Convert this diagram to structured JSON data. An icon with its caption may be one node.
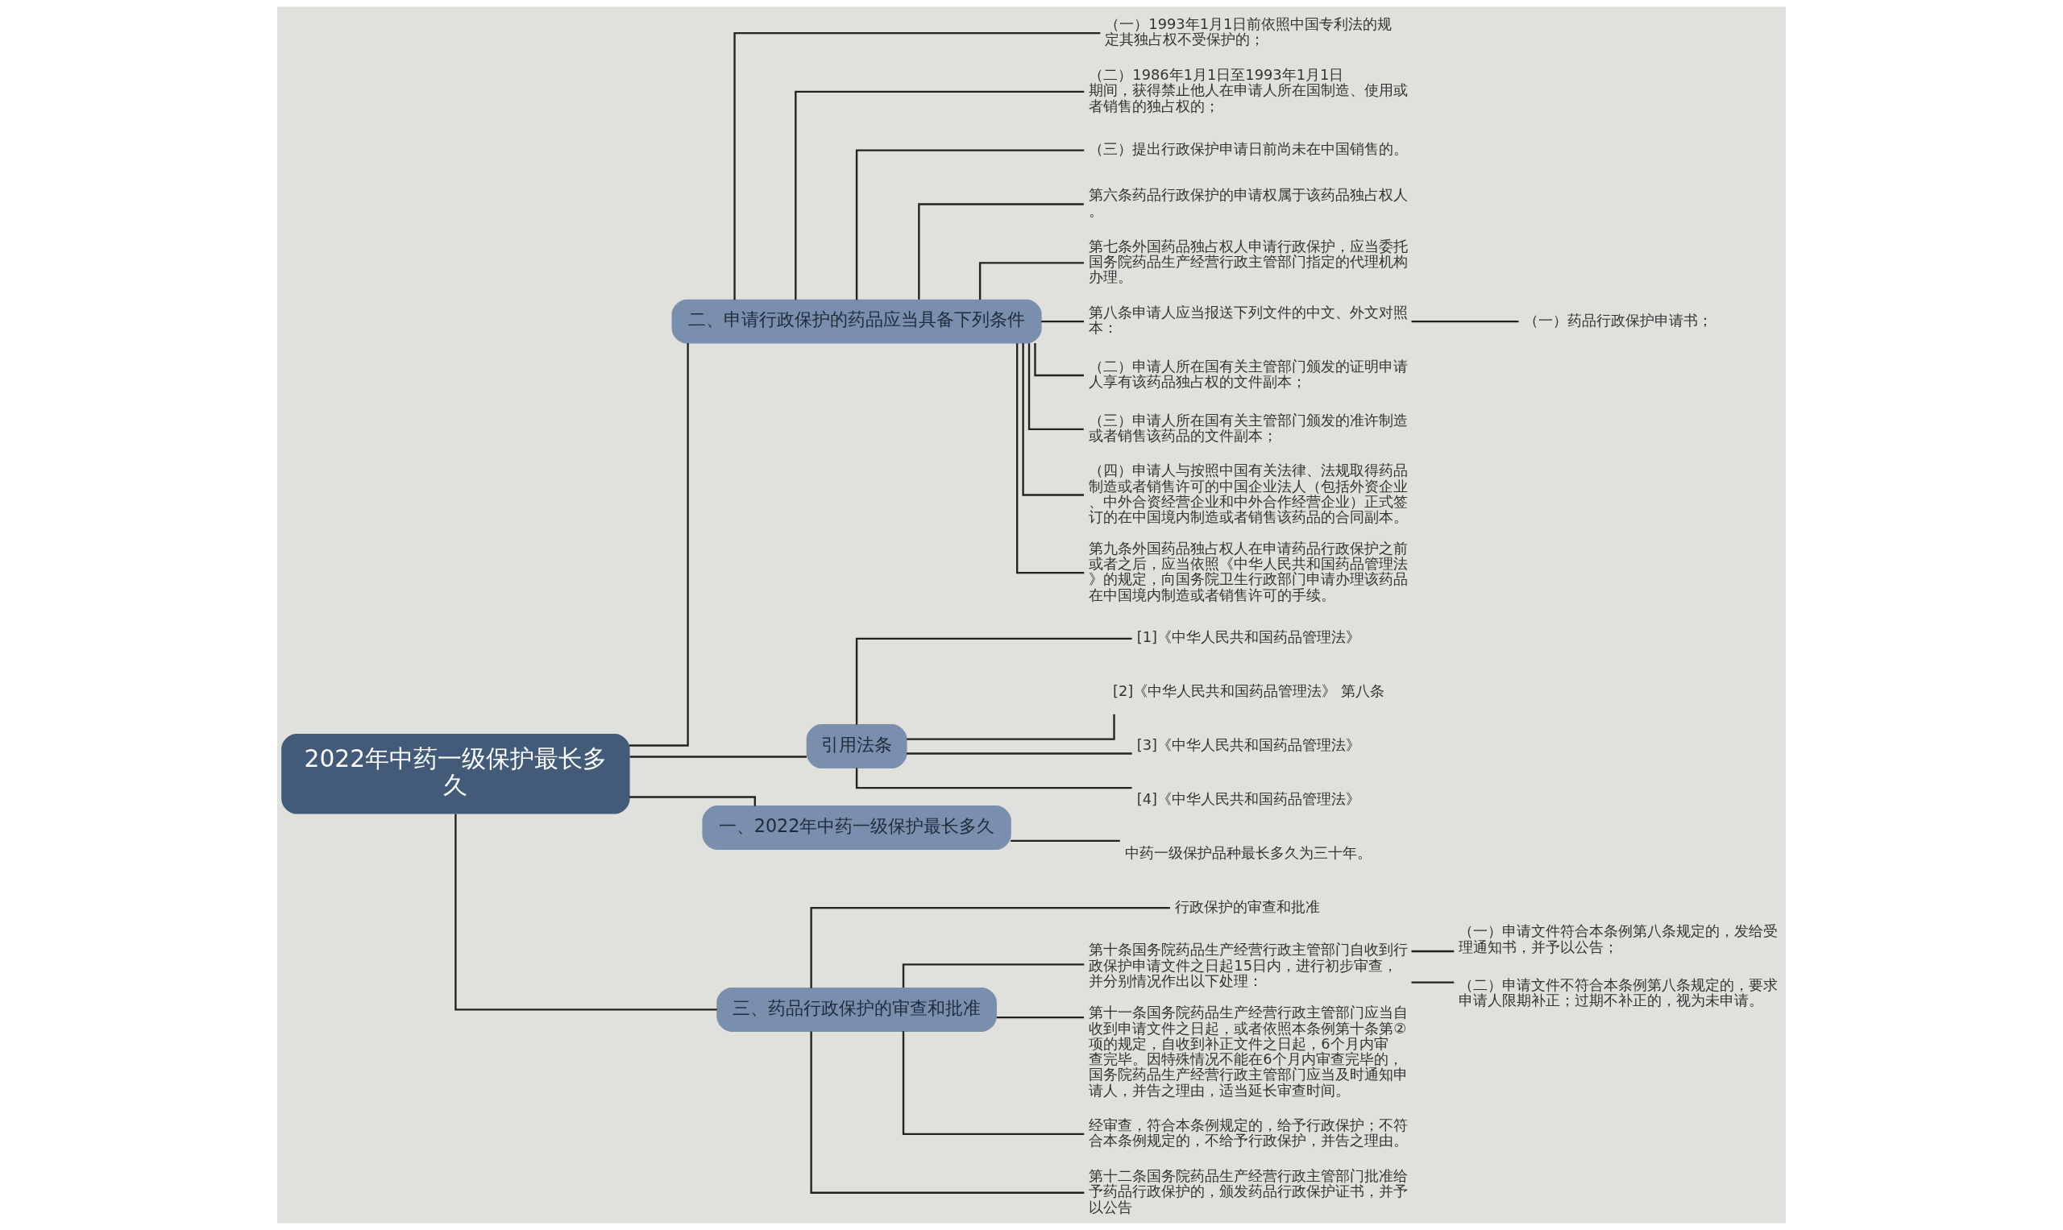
{
  "diagram": {
    "nodes": [
      {
        "text": [
          "2022年中药一级保护最长多久"
        ]
      },
      {
        "text": [
          "二、申请行政保护的药品应当具备下列条件"
        ]
      },
      {
        "text": [
          "（一）1993年1月1日前依照中国专利法的规定其独占权不受保护的；"
        ]
      },
      {
        "text": [
          "（二）1986年1月1日至1993年1月1日期间，获得禁止他人在申请人所在国制造、使用或者销售的独占权的；"
        ]
      },
      {
        "text": [
          "（三）提出行政保护申请日前尚未在中国销售的。"
        ]
      },
      {
        "text": [
          "第六条药品行政保护的申请权属于该药品独占权人。"
        ]
      },
      {
        "text": [
          "第七条外国药品独占权人申请行政保护，应当委托国务院药品生产经营行政主管部门指定的代理机构办理。"
        ]
      },
      {
        "text": [
          "第八条申请人应当报送下列文件的中文、外文对照本："
        ]
      },
      {
        "text": [
          "（一）药品行政保护申请书；"
        ]
      },
      {
        "text": [
          "（二）申请人所在国有关主管部门颁发的证明申请人享有该药品独占权的文件副本；"
        ]
      },
      {
        "text": [
          "（三）申请人所在国有关主管部门颁发的准许制造或者销售该药品的文件副本；"
        ]
      },
      {
        "text": [
          "（四）申请人与按照中国有关法律、法规取得药品制造或者销售许可的中国企业法人（包括外资企业、中外合资经营企业和中外合作经营企业）正式签订的在中国境内制造或者销售该药品的合同副本。"
        ]
      },
      {
        "text": [
          "第九条外国药品独占权人在申请药品行政保护之前或者之后，应当依照《中华人民共和国药品管理法》的规定，向国务院卫生行政部门申请办理该药品在中国境内制造或者销售许可的手续。"
        ]
      },
      {
        "text": [
          "引用法条"
        ]
      },
      {
        "text": [
          "[1]《中华人民共和国药品管理法》"
        ]
      },
      {
        "text": [
          "[2]《中华人民共和国药品管理法》 第八条"
        ]
      },
      {
        "text": [
          "[3]《中华人民共和国药品管理法》"
        ]
      },
      {
        "text": [
          "[4]《中华人民共和国药品管理法》"
        ]
      },
      {
        "text": [
          "一、2022年中药一级保护最长多久"
        ]
      },
      {
        "text": [
          "中药一级保护品种最长多久为三十年。"
        ]
      },
      {
        "text": [
          "三、药品行政保护的审查和批准"
        ]
      },
      {
        "text": [
          "行政保护的审查和批准"
        ]
      },
      {
        "text": [
          "第十条国务院药品生产经营行政主管部门自收到行政保护申请文件之日起15日内，进行初步审查，并分别情况作出以下处理："
        ]
      },
      {
        "text": [
          "（一）申请文件符合本条例第八条规定的，发给受理通知书，并予以公告；"
        ]
      },
      {
        "text": [
          "（二）申请文件不符合本条例第八条规定的，要求申请人限期补正；过期不补正的，视为未申请。"
        ]
      },
      {
        "text": [
          "第十一条国务院药品生产经营行政主管部门应当自收到申请文件之日起，或者依照本条例第十条第② 项的规定，自收到补正文件之日起，6个月内审查完毕。因特殊情况不能在6个月内审查完毕的，国务院药品生产经营行政主管部门应当及时通知申请人，并告之理由，适当延长审查时间。"
        ]
      },
      {
        "text": [
          "经审查，符合本条例规定的，给予行政保护；不符合本条例规定的，不给予行政保护，并告之理由。"
        ]
      },
      {
        "text": [
          "第十二条国务院药品生产经营行政主管部门批准给予药品行政保护的，颁发药品行政保护证书，并予以公告"
        ]
      }
    ],
    "edges": [
      {
        "from": 0,
        "to": 1,
        "arrow": "none"
      },
      {
        "from": 1,
        "to": 2,
        "arrow": "none"
      },
      {
        "from": 1,
        "to": 3,
        "arrow": "none"
      },
      {
        "from": 1,
        "to": 4,
        "arrow": "none"
      },
      {
        "from": 1,
        "to": 5,
        "arrow": "none"
      },
      {
        "from": 1,
        "to": 6,
        "arrow": "none"
      },
      {
        "from": 1,
        "to": 7,
        "arrow": "none"
      },
      {
        "from": 7,
        "to": 8,
        "arrow": "none"
      },
      {
        "from": 1,
        "to": 9,
        "arrow": "none"
      },
      {
        "from": 1,
        "to": 10,
        "arrow": "none"
      },
      {
        "from": 1,
        "to": 11,
        "arrow": "none"
      },
      {
        "from": 1,
        "to": 12,
        "arrow": "none"
      },
      {
        "from": 0,
        "to": 13,
        "arrow": "none"
      },
      {
        "from": 13,
        "to": 14,
        "arrow": "none"
      },
      {
        "from": 13,
        "to": 15,
        "arrow": "none"
      },
      {
        "from": 13,
        "to": 16,
        "arrow": "none"
      },
      {
        "from": 13,
        "to": 17,
        "arrow": "none"
      },
      {
        "from": 0,
        "to": 18,
        "arrow": "none"
      },
      {
        "from": 18,
        "to": 19,
        "arrow": "none"
      },
      {
        "from": 0,
        "to": 20,
        "arrow": "none"
      },
      {
        "from": 20,
        "to": 21,
        "arrow": "none"
      },
      {
        "from": 20,
        "to": 22,
        "arrow": "none"
      },
      {
        "from": 22,
        "to": 23,
        "arrow": "none"
      },
      {
        "from": 22,
        "to": 24,
        "arrow": "none"
      },
      {
        "from": 20,
        "to": 25,
        "arrow": "none"
      },
      {
        "from": 20,
        "to": 26,
        "arrow": "none"
      },
      {
        "from": 20,
        "to": 27,
        "arrow": "none"
      }
    ]
  }
}
